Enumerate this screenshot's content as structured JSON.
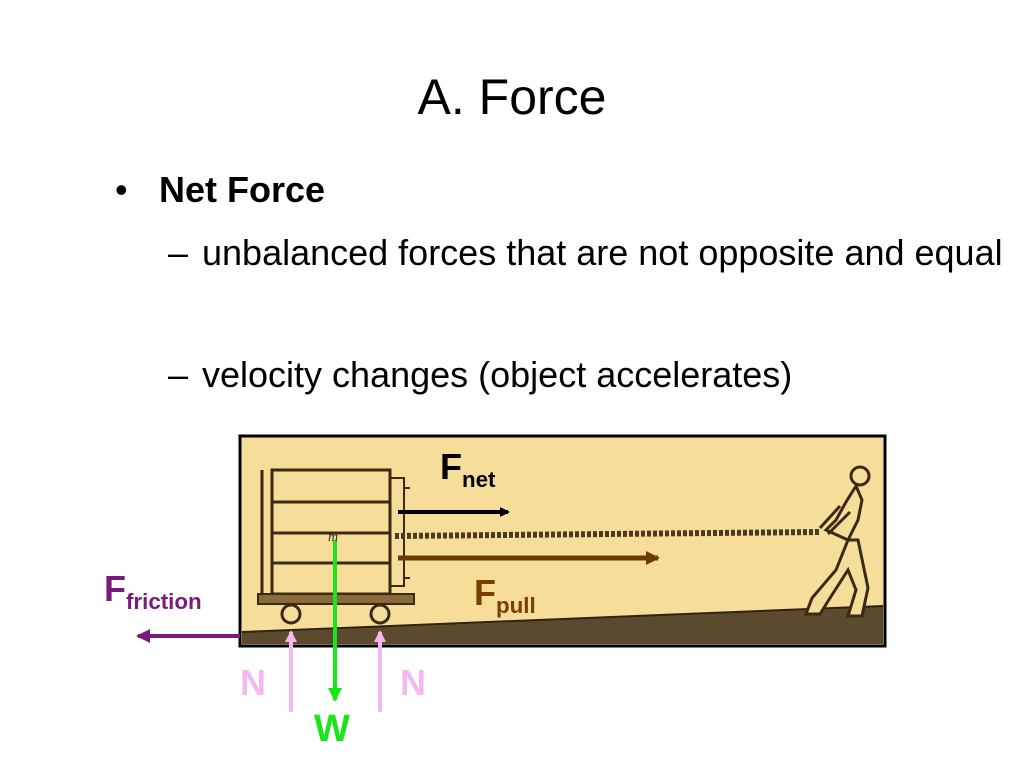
{
  "slide": {
    "title": "A. Force",
    "bullet": {
      "glyph": "•",
      "text": "Net Force"
    },
    "sub_items": [
      {
        "dash": "–",
        "text": "unbalanced forces that are not opposite and equal"
      },
      {
        "dash": "–",
        "text": "velocity changes (object accelerates)"
      }
    ]
  },
  "diagram": {
    "labels": {
      "f_net": {
        "main": "F",
        "sub": "net"
      },
      "f_pull": {
        "main": "F",
        "sub": "pull"
      },
      "f_friction": {
        "main": "F",
        "sub": "friction"
      },
      "normal_left": "N",
      "normal_right": "N",
      "weight": "W",
      "mass": "m"
    },
    "colors": {
      "panel_bg": "#f6de9a",
      "friction": "#7a1a7a",
      "normal": "#f4b8f0",
      "weight": "#19e619",
      "pull": "#6b3a00",
      "net": "#000000",
      "pull_label": "#7a3e00"
    }
  }
}
